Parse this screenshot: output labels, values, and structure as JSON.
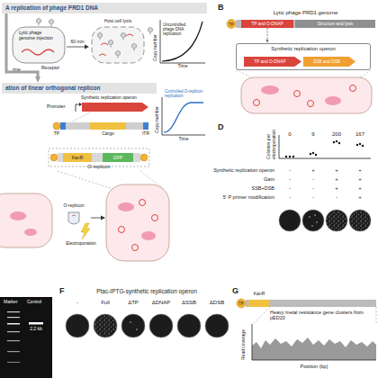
{
  "diagram": {
    "nodes": [
      {
        "text": [
          "A replication of phage PRD1 DNA"
        ]
      },
      {
        "text": [
          "ation of linear orthogonal replicon"
        ]
      },
      {
        "text": [
          "Lytic phage PRD1 genome"
        ]
      },
      {
        "text": [
          "TP and O-DNAP"
        ],
        "in": 2
      },
      {
        "text": [
          "Structure and lysis"
        ],
        "in": 2
      },
      {
        "text": [
          "Synthetic replication operon"
        ]
      },
      {
        "text": [
          "TP and O-DNAP"
        ],
        "in": 5
      },
      {
        "text": [
          "SSB and DSB"
        ],
        "in": 5
      },
      {
        "text": [
          "O-replicon"
        ]
      },
      {
        "text": [
          "KanR"
        ],
        "in": 8
      },
      {
        "text": [
          "GFP"
        ],
        "in": 8
      }
    ],
    "edges": [
      {
        "from": 0,
        "to": 1,
        "arrow": "to"
      },
      {
        "from": 3,
        "to": 5,
        "arrow": "to"
      }
    ],
    "labels": [
      "Lytic phage genome injection",
      "Host cell lysis",
      "60 min",
      "Receptor",
      "Copy number",
      "Time",
      "Uncontrolled phage DNA replication",
      "ime",
      "Synthetic replication operon",
      "Promoter",
      "Cargo",
      "ITR",
      "TP",
      "Copy number",
      "Time",
      "Controlled O-replicon replication",
      "B",
      "TP",
      "O-replicon",
      "Electroporation",
      "D",
      "Colonies per electroporation",
      "0",
      "9",
      "200",
      "167",
      "Synthetic replication operon",
      "Gam",
      "SSB+DSB",
      "5' P primer modification",
      "-",
      "+",
      "+",
      "+",
      "-",
      "-",
      "+",
      "+",
      "-",
      "-",
      "+",
      "+",
      "-",
      "-",
      "-",
      "+",
      "Marker",
      "Control",
      "2.2 kb",
      "F",
      "Ptac-IPTG-synthetic replication operon",
      "-",
      "Full",
      "ΔTP",
      "ΔDNAP",
      "ΔSSB",
      "ΔDSB",
      "G",
      "TP",
      "KanR",
      "Heavy metal resistance gene clusters from pED20",
      "Read coverage",
      "Position (bp)"
    ]
  }
}
